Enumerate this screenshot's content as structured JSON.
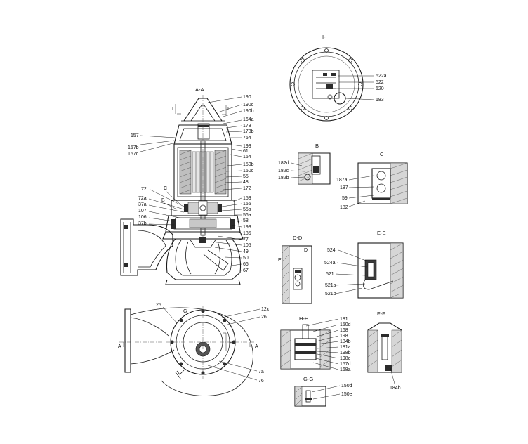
{
  "views": {
    "aa": "A-A",
    "ii": "I-I",
    "b": "B",
    "c": "C",
    "dd": "D-D",
    "ee": "E-E",
    "hh": "H-H",
    "ff": "F-F",
    "gg": "G-G"
  },
  "markers": {
    "i_top": "I",
    "i_right": "I",
    "c": "C",
    "b": "B",
    "d": "D",
    "e": "E",
    "g": "G",
    "f": "F",
    "a_left": "A",
    "a_right": "A"
  },
  "labels": {
    "aa_right": [
      "190",
      "190c",
      "190b",
      "164a",
      "178",
      "178b",
      "754",
      "193",
      "61",
      "154",
      "150b",
      "150c",
      "55",
      "48",
      "172",
      "153",
      "155",
      "55a",
      "56a",
      "58",
      "193",
      "185",
      "77",
      "105",
      "49",
      "50",
      "66",
      "67"
    ],
    "aa_left": [
      "157",
      "157b",
      "157c",
      "72",
      "72a",
      "37a",
      "107",
      "106",
      "37b"
    ],
    "ii": [
      "522a",
      "522",
      "520",
      "183"
    ],
    "b": [
      "182d",
      "182c",
      "182b"
    ],
    "c": [
      "187a",
      "187",
      "59",
      "182"
    ],
    "dd": [
      "524",
      "524a",
      "521",
      "521a",
      "521b"
    ],
    "plan_top": [
      "25",
      "12c",
      "26"
    ],
    "plan_bottom": [
      "7a",
      "76"
    ],
    "hh": [
      "181",
      "150d",
      "168",
      "198",
      "184b",
      "181a",
      "198b",
      "198c",
      "157d",
      "168a"
    ],
    "ff": [
      "184b"
    ],
    "gg": [
      "150d",
      "150e"
    ]
  }
}
